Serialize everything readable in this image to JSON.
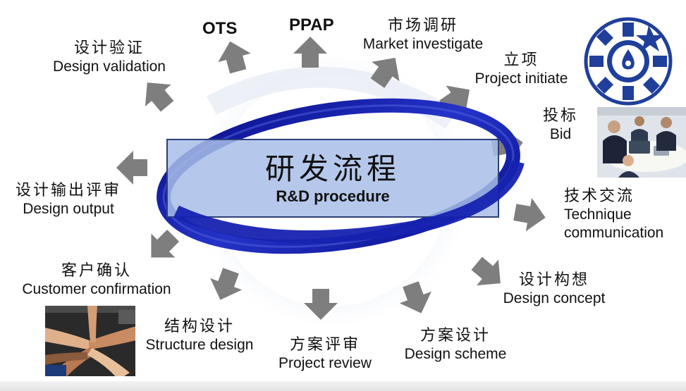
{
  "center": {
    "title": "研发流程",
    "subtitle": "R&D procedure"
  },
  "top_labels": {
    "ots": "OTS",
    "ppap": "PPAP"
  },
  "steps": [
    {
      "zh": "市场调研",
      "en": "Market investigate"
    },
    {
      "zh": "立项",
      "en": "Project initiate"
    },
    {
      "zh": "投标",
      "en": "Bid"
    },
    {
      "zh": "技术交流",
      "en": "Technique communication"
    },
    {
      "zh": "设计构想",
      "en": "Design concept"
    },
    {
      "zh": "方案设计",
      "en": "Design scheme"
    },
    {
      "zh": "方案评审",
      "en": "Project review"
    },
    {
      "zh": "结构设计",
      "en": "Structure design"
    },
    {
      "zh": "客户确认",
      "en": "Customer confirmation"
    },
    {
      "zh": "设计输出评审",
      "en": "Design output"
    },
    {
      "zh": "设计验证",
      "en": "Design validation"
    }
  ],
  "colors": {
    "arrow": "#7e7e7e",
    "ring": "#1a23a8",
    "box_fill": "#a8bee8",
    "box_border": "#2b3f7a",
    "logo_blue": "#1f3f9a"
  },
  "icons": {
    "logo": "company-emblem-icon",
    "bid_photo": "business-meeting-photo",
    "customer_photo": "stacked-hands-photo"
  }
}
